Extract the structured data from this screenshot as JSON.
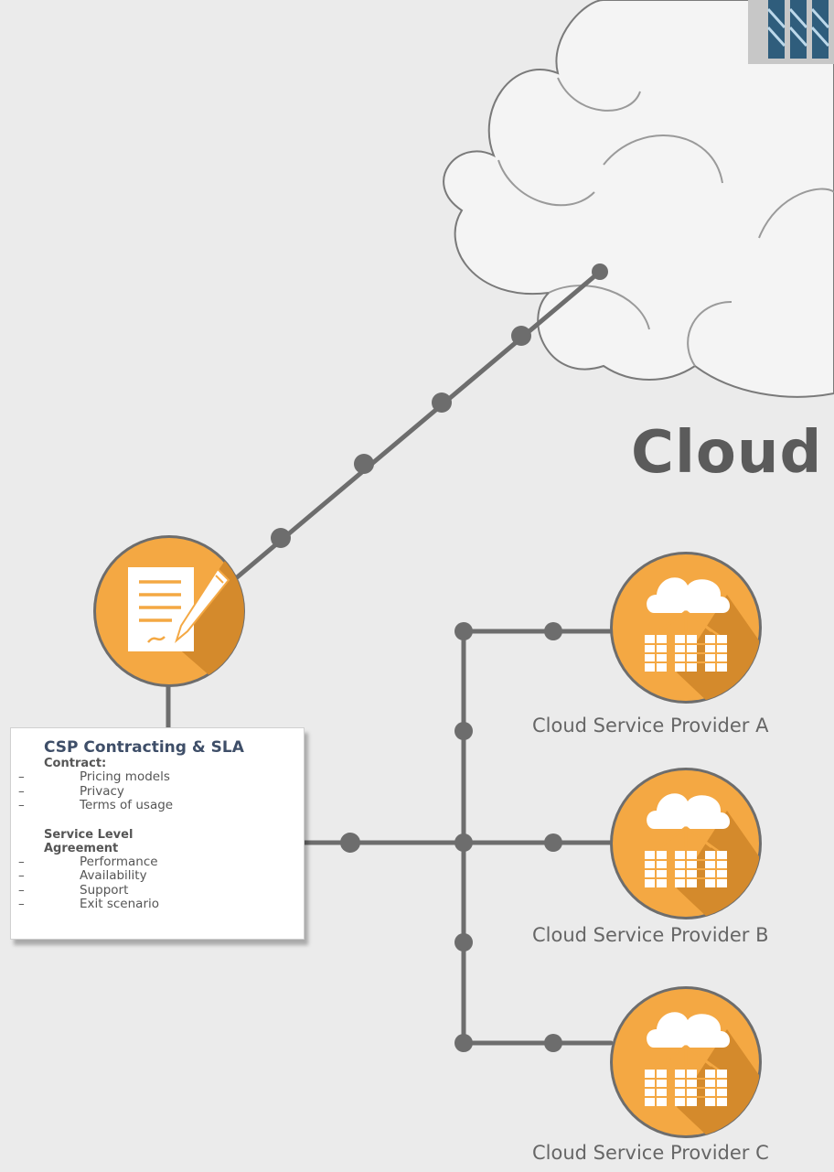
{
  "diagram": {
    "title": "Cloud",
    "contract_box": {
      "title": "CSP Contracting & SLA",
      "contract_heading": "Contract:",
      "contract_items": [
        "Pricing models",
        "Privacy",
        "Terms of usage"
      ],
      "sla_heading_line1": "Service Level",
      "sla_heading_line2": "Agreement",
      "sla_items": [
        "Performance",
        "Availability",
        "Support",
        "Exit scenario"
      ],
      "bullet": "–"
    },
    "providers": [
      {
        "label": "Cloud Service Provider A"
      },
      {
        "label": "Cloud Service Provider B"
      },
      {
        "label": "Cloud Service Provider C"
      }
    ],
    "icons": {
      "contract": "contract-pen-icon",
      "provider": "cloud-server-icon",
      "cloud": "cloud-icon"
    },
    "colors": {
      "background": "#ebebeb",
      "connector": "#6d6d6d",
      "icon_circle": "#f4a843",
      "icon_shadow": "#d48a2c",
      "title_text": "#5b5b5b",
      "box_title": "#3e4e68"
    }
  }
}
